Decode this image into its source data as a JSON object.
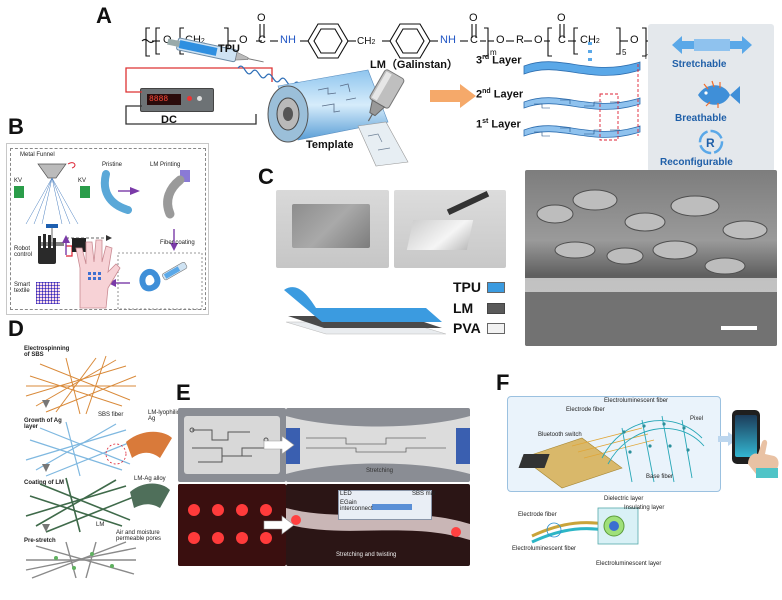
{
  "panel_labels": {
    "a": "A",
    "b": "B",
    "c": "C",
    "d": "D",
    "e": "E",
    "f": "F"
  },
  "panel_a": {
    "chem_o1": "O",
    "chem_o2": "O",
    "chem_c1": "C",
    "chem_nh1": "NH",
    "chem_ch2": "CH",
    "chem_ch2_sub": "2",
    "chem_nh2": "NH",
    "chem_c2": "C",
    "chem_o3": "O",
    "chem_o4": "O",
    "chem_r": "R",
    "chem_o5": "O",
    "chem_c3": "C",
    "chem_ch2b": "CH",
    "chem_ch2b_sub": "2",
    "chem_o6": "O",
    "chem_sub4": "4",
    "chem_subm": "m",
    "chem_sub5": "5",
    "chem_subn": "n",
    "chem_ch2a": "CH",
    "chem_ch2a_sub": "2",
    "tpu": "TPU",
    "dc": "DC",
    "lm": "LM（Galinstan）",
    "template": "Template",
    "layer3": "3rd Layer",
    "layer2": "2nd Layer",
    "layer1": "1st Layer",
    "layer3_base": "3",
    "layer3_sup": "rd",
    "layer2_base": "2",
    "layer2_sup": "nd",
    "layer1_base": "1",
    "layer1_sup": "st",
    "layer_word": " Layer",
    "stretchable": "Stretchable",
    "breathable": "Breathable",
    "reconfigurable": "Reconfigurable"
  },
  "panel_b": {
    "metal_funnel": "Metal Funnel",
    "kv1": "KV",
    "kv2": "KV",
    "pristine": "Pristine",
    "lm_printing": "LM Printing",
    "fiber_coating": "Fiber coating",
    "robot_control": "Robot\ncontrol",
    "robot_line1": "Robot",
    "robot_line2": "control",
    "smart_line1": "Smart",
    "smart_line2": "textile"
  },
  "panel_c": {
    "tpu": "TPU",
    "lm": "LM",
    "pva": "PVA",
    "colors": {
      "tpu": "#3b9be0",
      "lm": "#5a5a5a",
      "pva": "#f2f2f2"
    }
  },
  "panel_d": {
    "step1a": "Electrospinning",
    "step1b": "of SBS",
    "step2a": "Growth of Ag",
    "step2b": "layer",
    "sbs_fiber": "SBS fiber",
    "lm_lyophilic_a": "LM-lyophilic",
    "lm_lyophilic_b": "Ag",
    "step3": "Coating of LM",
    "lm_ag": "LM-Ag alloy",
    "lm": "LM",
    "step4": "Pre-stretch",
    "pores_a": "Air and moisture",
    "pores_b": "permeable pores"
  },
  "panel_e": {
    "stretching": "Stretching",
    "led": "LED",
    "egain_a": "EGain",
    "egain_b": "interconnect",
    "sbs_mat": "SBS mat",
    "stretch_twist": "Stretching and twisting"
  },
  "panel_f": {
    "el_fiber": "Electroluminescent fiber",
    "electrode_fiber": "Electrode fiber",
    "pixel": "Pixel",
    "bluetooth": "Bluetooth switch",
    "base_fiber": "Base fiber",
    "dielectric": "Dielectric layer",
    "insulating": "Insulating layer",
    "electrode_fiber2": "Electrode fiber",
    "el_fiber2": "Electroluminescent fiber",
    "el_layer": "Electroluminescent layer"
  }
}
